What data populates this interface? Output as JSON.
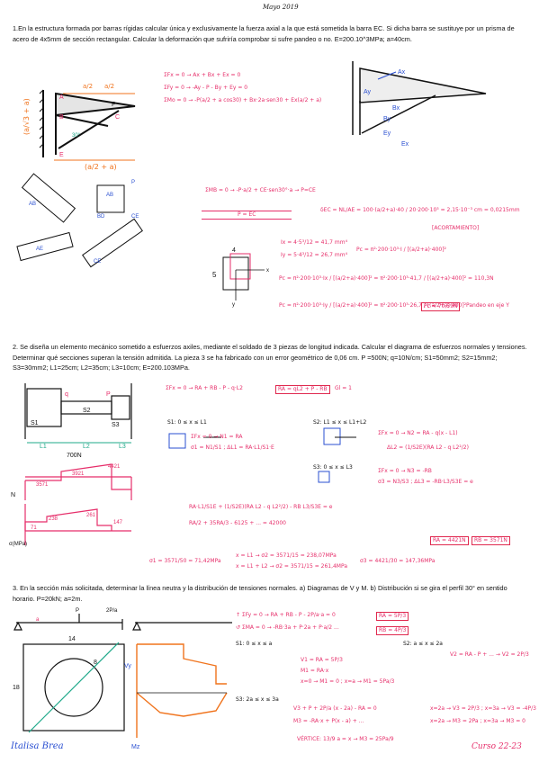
{
  "date": "Mayo 2019",
  "problems": [
    {
      "statement": "1.En la estructura formada por barras rígidas calcular única y exclusivamente la fuerza axial a la que está sometida la barra EC. Si dicha barra se sustituye por un prisma de acero de 4x5mm de sección rectangular. Calcular la deformación que sufriría comprobar si sufre pandeo o no. E=200.10^3MPa; a=40cm.",
      "work": [
        "ΣFx = 0 → Ax + Bx + Ex = 0",
        "ΣFy = 0 → -Ay - P - By + Ey = 0",
        "ΣMo = 0 → -P(a/2 + a cos30) + Bx·2a·sen30 + Ex(a/2 + a)",
        "ΣMB = 0 → -P·a/2 + CE·sen30°·a → P=CE",
        "P = EC",
        "δEC = NL/AE = 100·(a/2+a)·40 / 20·200·10³ = 2,15·10⁻³ cm = 0,0215mm",
        "[ACORTAMIENTO]",
        "Ix = 4·5³/12 = 41,7 mm⁴",
        "Iy = 5·4³/12 = 26,7 mm⁴",
        "Pc = π²·200·10³·I / [(a/2+a)·400]²",
        "Pc = π²·200·10³·Ix / [(a/2+a)·400]² = π²·200·10³·41,7 / [(a/2+a)·400]² = 110,3N",
        "Pc = π²·200·10³·Iy / [(a/2+a)·400]² = π²·200·10³·26,7 / [(a/2+a)·400]²",
        "Pc = 70,59N",
        "Pandeo en eje Y"
      ]
    },
    {
      "statement": "2. Se diseña un elemento mecánico sometido a esfuerzos axiles, mediante el soldado de 3 piezas de longitud indicada. Calcular el diagrama de esfuerzos normales y tensiones. Determinar qué secciones superan la tensión admitida. La pieza 3 se ha fabricado con un error geométrico de 0,06 cm. P =500N; q=10N/cm; S1=50mm2; S2=15mm2; S3=30mm2; L1=25cm; L2=35cm; L3=10cm; E=200.103MPa.",
      "work": [
        "ΣFx = 0 → RA + RB - P - q·L2",
        "RA = qL2 + P - RB",
        "Gl = 1",
        "S1: 0 ≤ x ≤ L1",
        "ΣFx = 0 → N1 = RA",
        "σ1 = N1/S1 ; ΔL1 = RA·L1/S1·E",
        "S2: L1 ≤ x ≤ L1+L2",
        "ΣFx = 0 → N2 = RA - q(x - L1)",
        "ΔL2 = (1/S2E)(RA L2 - q L2²/2)",
        "S3: 0 ≤ x ≤ L3",
        "ΣFx = 0 → N3 = -RB",
        "σ3 = N3/S3 ; ΔL3 = -RB·L3/S3E = e",
        "RA·L1/S1E + (1/S2E)(RA L2 - q L2²/2) - RB L3/S3E = e",
        "RA/2 + 35RA/3 - 6125 + ... = 42000",
        "RA = 4421N",
        "RB = 3571N",
        "σ1 = 3571/50 = 71,42MPa",
        "x = L1 → σ2 = 3571/15 = 238,07MPa",
        "x = L1 + L2 → σ2 = 3571/15 = 261,4MPa",
        "σ3 = 4421/30 = 147,36MPa"
      ],
      "diagram_labels": [
        "P",
        "q",
        "S1",
        "S2",
        "S3",
        "L1",
        "L2",
        "L3",
        "700N",
        "3571",
        "3921",
        "4421",
        "N",
        "σ(MPa)",
        "71",
        "238",
        "261",
        "147"
      ]
    },
    {
      "statement": "3. En la sección más solicitada, determinar la línea neutra y la distribución de tensiones normales. a) Diagramas de V y M. b) Distribución si se gira el perfil 30° en sentido horario. P=20kN; a=2m.",
      "work": [
        "↑ ΣFy = 0 → RA + RB - P - 2P/a·a = 0",
        "RA = 5P/3",
        "↺ ΣMA = 0 → -RB·3a + P·2a + P·a/2 ...",
        "RB = 4P/3",
        "S1: 0 ≤ x ≤ a",
        "V1 = RA = 5P/3",
        "M1 = RA·x",
        "x=0 → M1 = 0 ; x=a → M1 = 5Pa/3",
        "S2: a ≤ x ≤ 2a",
        "V2 = RA - P + ... → V2 = 2P/3",
        "S3: 2a ≤ x ≤ 3a",
        "V3 + P + 2P/a (x - 2a) - RA = 0",
        "x=2a → V3 = 2P/3 ; x=3a → V3 = -4P/3",
        "M3 = -RA·x + P(x - a) + ... ",
        "x=2a → M3 = 2Pa ; x=3a → M3 = 0",
        "VÉRTICE: 13/9 a = x → M3 = 25Pa/9"
      ],
      "dims": [
        "14",
        "18",
        "8"
      ]
    }
  ],
  "author": "Italisa Brea",
  "course": "Curso 22-23",
  "colors": {
    "pink": "#e62e6a",
    "red": "#e0294f",
    "blue": "#2a4fd1",
    "orange": "#f0731c",
    "teal": "#1fa98a",
    "black": "#111111"
  }
}
